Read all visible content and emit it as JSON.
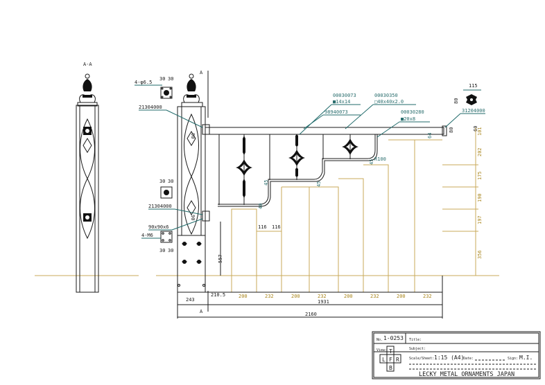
{
  "view_label_section": "A-A",
  "section_mark": "A",
  "post": {
    "hole_callout": "4-φ6.5",
    "hole_spacing_a": "30",
    "hole_spacing_b": "30",
    "part_top_cap": "21304000",
    "part_bottom_cap": "21304000",
    "cap_dim_top": "90",
    "cap_dim_bottom": "90",
    "base_plate": "90x90x6",
    "anchor_callout": "4-M6",
    "mid_spacing_a": "30",
    "mid_spacing_b": "30",
    "base_spacing_a": "30",
    "base_spacing_b": "30",
    "base_height": "557"
  },
  "parts": [
    {
      "code": "00030073",
      "spec": "■14x14"
    },
    {
      "code": "00030350",
      "spec": "□40x40x2.0"
    },
    {
      "code": "98940073",
      "spec": ""
    },
    {
      "code": "00030280",
      "spec": "■20x8"
    }
  ],
  "end_part": {
    "code": "31204000",
    "dim_width": "115",
    "dim_height": "80",
    "dim_small": "60",
    "dim_d": "80"
  },
  "bend_radius": "R100",
  "step_dims": [
    "40",
    "45",
    "45",
    "45",
    "64"
  ],
  "inner_dims": [
    "116",
    "116"
  ],
  "rise_dims": [
    "101",
    "202",
    "175",
    "190",
    "197",
    "356"
  ],
  "bottom_dims": {
    "left_offset": "243",
    "first_gap": "210.5",
    "treads": [
      "200",
      "232",
      "200",
      "232",
      "200",
      "232",
      "200",
      "232"
    ],
    "span": "1931",
    "overall": "2160"
  },
  "title_block": {
    "no_label": "No.",
    "no_value": "1-0253",
    "title_label": "Title:",
    "subject_label": "Subject:",
    "view_label": "View:",
    "scale_label": "Scale/Sheet:",
    "scale_value": "1:15 (A4)",
    "date_label": "Date:",
    "sign_label": "Sign:",
    "sign_value": "M.I.",
    "view_t": "T",
    "view_l": "L",
    "view_f": "F",
    "view_r": "R",
    "view_b": "B",
    "company": "LECKY METAL ORNAMENTS JAPAN"
  }
}
